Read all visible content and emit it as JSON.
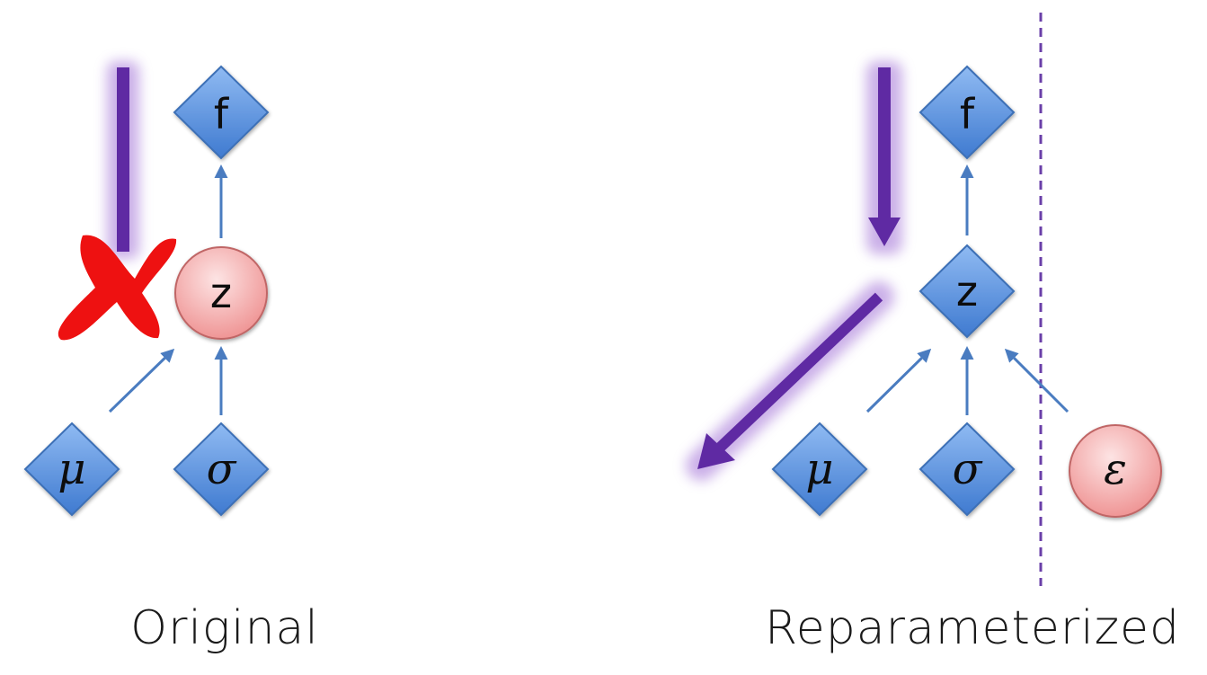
{
  "original": {
    "caption": "Original",
    "nodes": {
      "f": "f",
      "z": "z",
      "mu": "μ",
      "sigma": "σ"
    }
  },
  "reparameterized": {
    "caption": "Reparameterized",
    "nodes": {
      "f": "f",
      "z": "z",
      "mu": "μ",
      "sigma": "σ",
      "epsilon": "ε"
    }
  },
  "colors": {
    "diamond_fill": "#5b95e0",
    "diamond_stroke": "#3c6fb6",
    "circle_fill": "#f2a0a0",
    "circle_stroke": "#c06666",
    "edge": "#4a7cc0",
    "gradient_arrow": "#6a2fa8",
    "cross": "#ee1111",
    "divider": "#6a3fa8"
  }
}
